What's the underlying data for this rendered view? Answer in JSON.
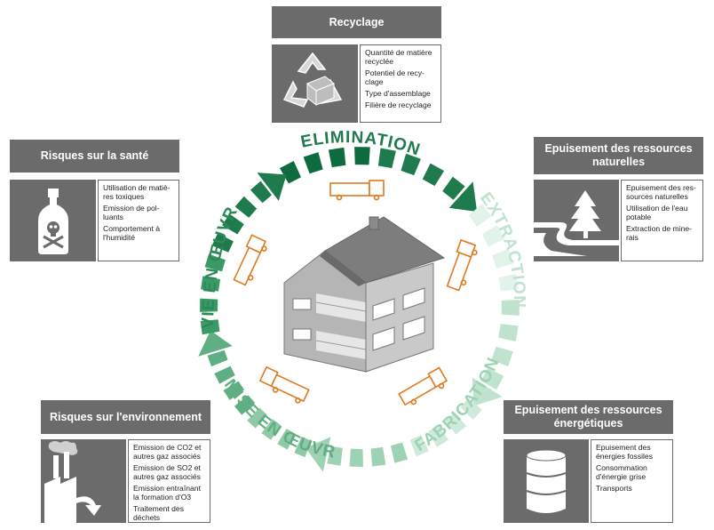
{
  "boxes": {
    "recyclage": {
      "title": "Recyclage",
      "icon": "recycle-icon",
      "items": [
        "Quantité de matière recyclée",
        "Potentiel de recy-clage",
        "Type d'assemblage",
        "Filière de recyclage"
      ]
    },
    "sante": {
      "title": "Risques sur la santé",
      "icon": "poison-bottle-icon",
      "items": [
        "Utilisation de matiè-res toxiques",
        "Emission de pol-luants",
        "Comportement à l'humidité"
      ]
    },
    "ressources_naturelles": {
      "title": "Epuisement des ressources naturelles",
      "icon": "landscape-tree-icon",
      "items": [
        "Epuisement des res-sources naturelles",
        "Utilisation de l'eau potable",
        "Extraction de mine-rais"
      ]
    },
    "environnement": {
      "title": "Risques sur l'environnement",
      "icon": "factory-pollution-icon",
      "items": [
        "Emission de CO2 et autres gaz associés",
        "Emission de SO2 et autres gaz associés",
        "Emission entraînant la formation d'O3",
        "Traitement des déchets"
      ]
    },
    "ressources_energetiques": {
      "title": "Epuisement des ressources énergétiques",
      "icon": "oil-barrel-icon",
      "items": [
        "Epuisement des énergies fossiles",
        "Consommation d'énergie grise",
        "Transports"
      ]
    }
  },
  "cycle": {
    "elimination": "ELIMINATION",
    "extraction": "EXTRACTION",
    "fabrication": "FABRICATION",
    "mise_en_oeuvre": "MISE EN ŒUVRE",
    "vie_en_oeuvre": "VIE EN ŒUVRE"
  },
  "colors": {
    "box_gray": "#6b6b6b",
    "green_dark": "#1f7a4d",
    "green_mid": "#3a9a66",
    "green_light": "#bfe3cf",
    "truck_orange": "#e07a1f",
    "house_gray": "#9a9a9a"
  }
}
